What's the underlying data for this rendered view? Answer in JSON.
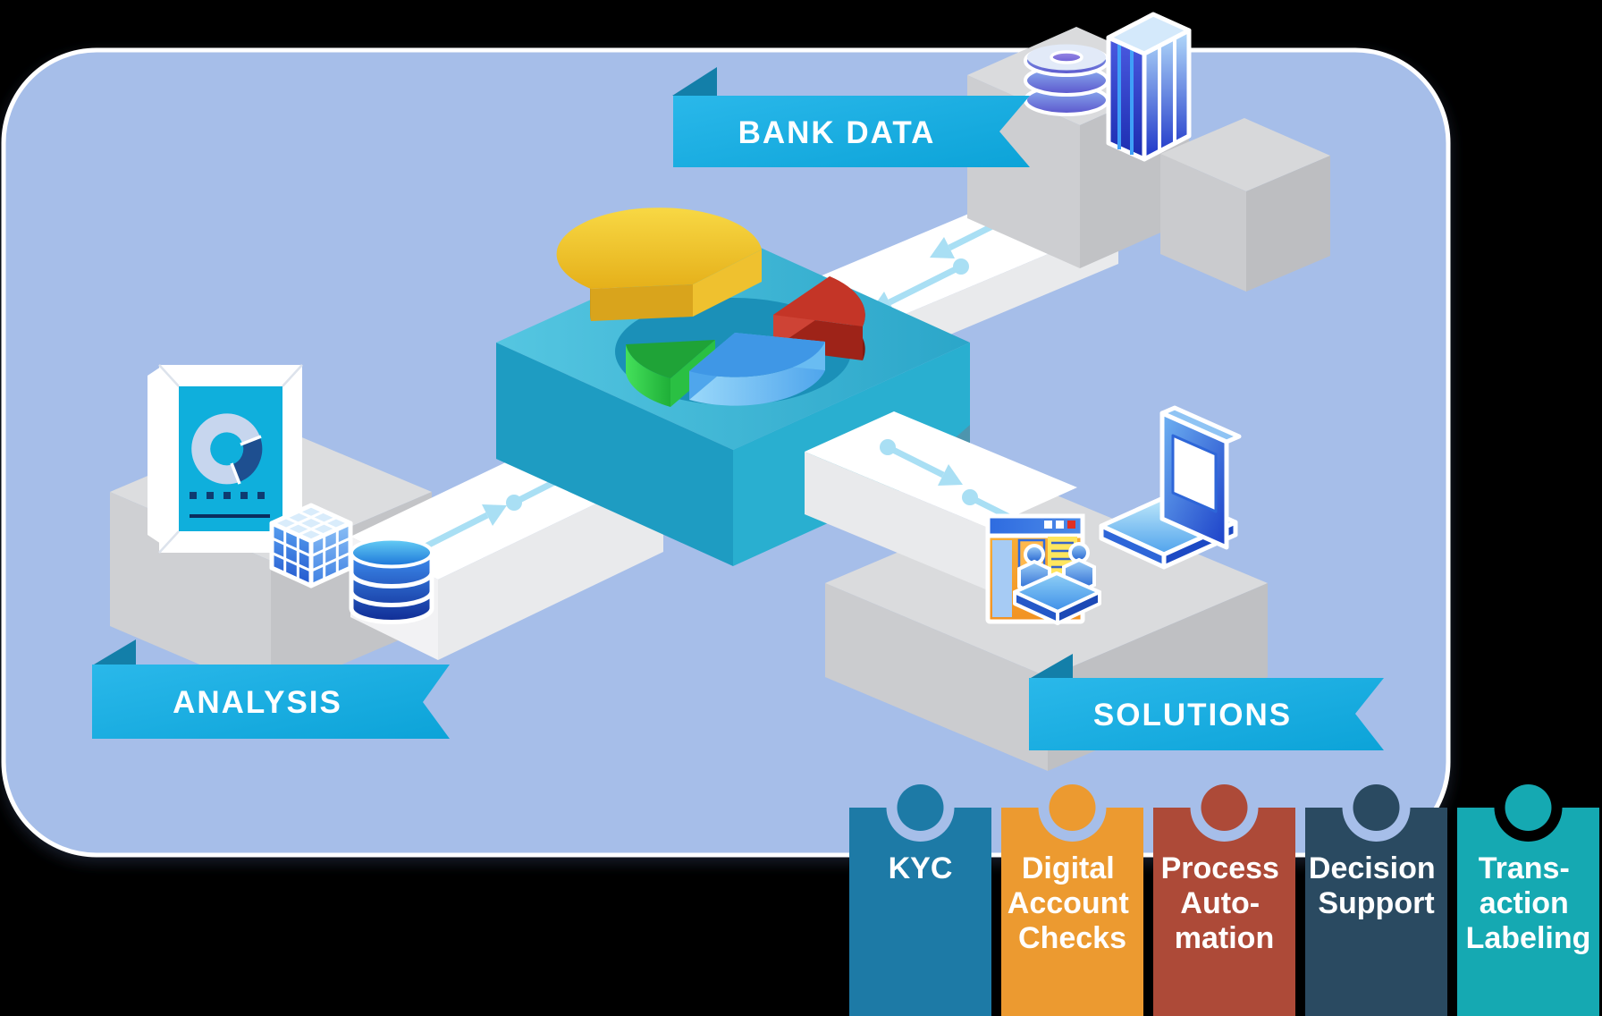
{
  "diagram": {
    "title_hidden": "",
    "ribbons": {
      "bank_data": "BANK DATA",
      "analysis": "ANALYSIS",
      "solutions": "SOLUTIONS"
    },
    "tags": [
      {
        "label": "KYC",
        "lines": [
          "KYC"
        ],
        "color": "#1d7aa6"
      },
      {
        "label": "Digital Account Checks",
        "lines": [
          "Digital",
          "Account",
          "Checks"
        ],
        "color": "#ec9a30"
      },
      {
        "label": "Process Automation",
        "lines": [
          "Process",
          "Auto-",
          "mation"
        ],
        "color": "#ad4a38"
      },
      {
        "label": "Decision Support",
        "lines": [
          "Decision",
          "Support"
        ],
        "color": "#2a4a61"
      },
      {
        "label": "Transaction Labeling",
        "lines": [
          "Trans-",
          "action",
          "Labeling"
        ],
        "color": "#15a9b2"
      }
    ],
    "icons": [
      "disk-stack-icon",
      "server-tower-icon",
      "pie-chart-3d-icon",
      "report-document-icon",
      "data-cube-icon",
      "database-cylinder-icon",
      "browser-meeting-icon",
      "laptop-icon",
      "flow-arrow-icon"
    ],
    "colors": {
      "panel_background": "#a6bee9",
      "panel_border": "#ffffff",
      "ribbon": "#12ace0",
      "ribbon_fold": "#137fa9",
      "road": "#ffffff",
      "arrow": "#a9dff4",
      "platform_gray": "#d6d7d9",
      "platform_teal": "#35b3d6",
      "pie_yellow": "#f0c42c",
      "pie_red": "#c43527",
      "pie_blue": "#3f97e6",
      "pie_green": "#2ecc44"
    }
  }
}
